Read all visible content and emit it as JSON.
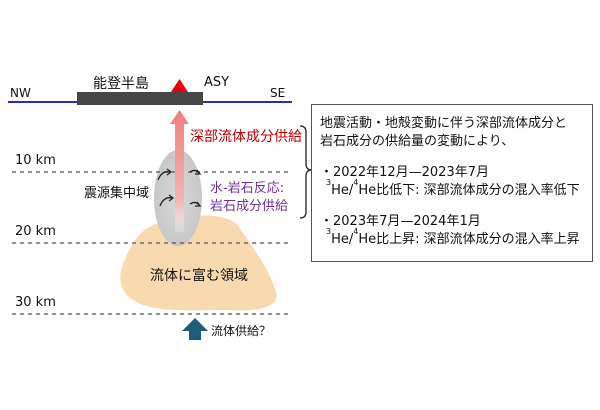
{
  "diagram": {
    "directions": {
      "left": "NW",
      "right": "SE"
    },
    "peninsula_label": "能登半島",
    "station_label": "ASY",
    "depth_labels": [
      "10 km",
      "20 km",
      "30 km"
    ],
    "arrow_label": "深部流体成分供給",
    "seismic_zone_label": "震源集中域",
    "reaction_label": [
      "水-岩石反応:",
      "岩石成分供給"
    ],
    "fluid_region_label": "流体に富む領域",
    "fluid_supply_label": "流体供給？",
    "colors": {
      "surface_line": "#2b2bb8",
      "peninsula": "#474747",
      "station": "#e8000b",
      "arrow_label": "#c00000",
      "reaction_label": "#7030a0",
      "fluid_region": "#f9d9b0",
      "upward_arrow": "#1f5c7a"
    }
  },
  "info_box": {
    "intro": [
      "地震活動・地殻変動に伴う深部流体成分と",
      "岩石成分の供給量の変動により、"
    ],
    "period1": {
      "dates": "・2022年12月—2023年7月",
      "he3": "3",
      "he": "He/",
      "he4": "4",
      "text": "He比低下: 深部流体成分の混入率低下"
    },
    "period2": {
      "dates": "・2023年7月—2024年1月",
      "he3": "3",
      "he": "He/",
      "he4": "4",
      "text": "He比上昇: 深部流体成分の混入率上昇"
    }
  }
}
